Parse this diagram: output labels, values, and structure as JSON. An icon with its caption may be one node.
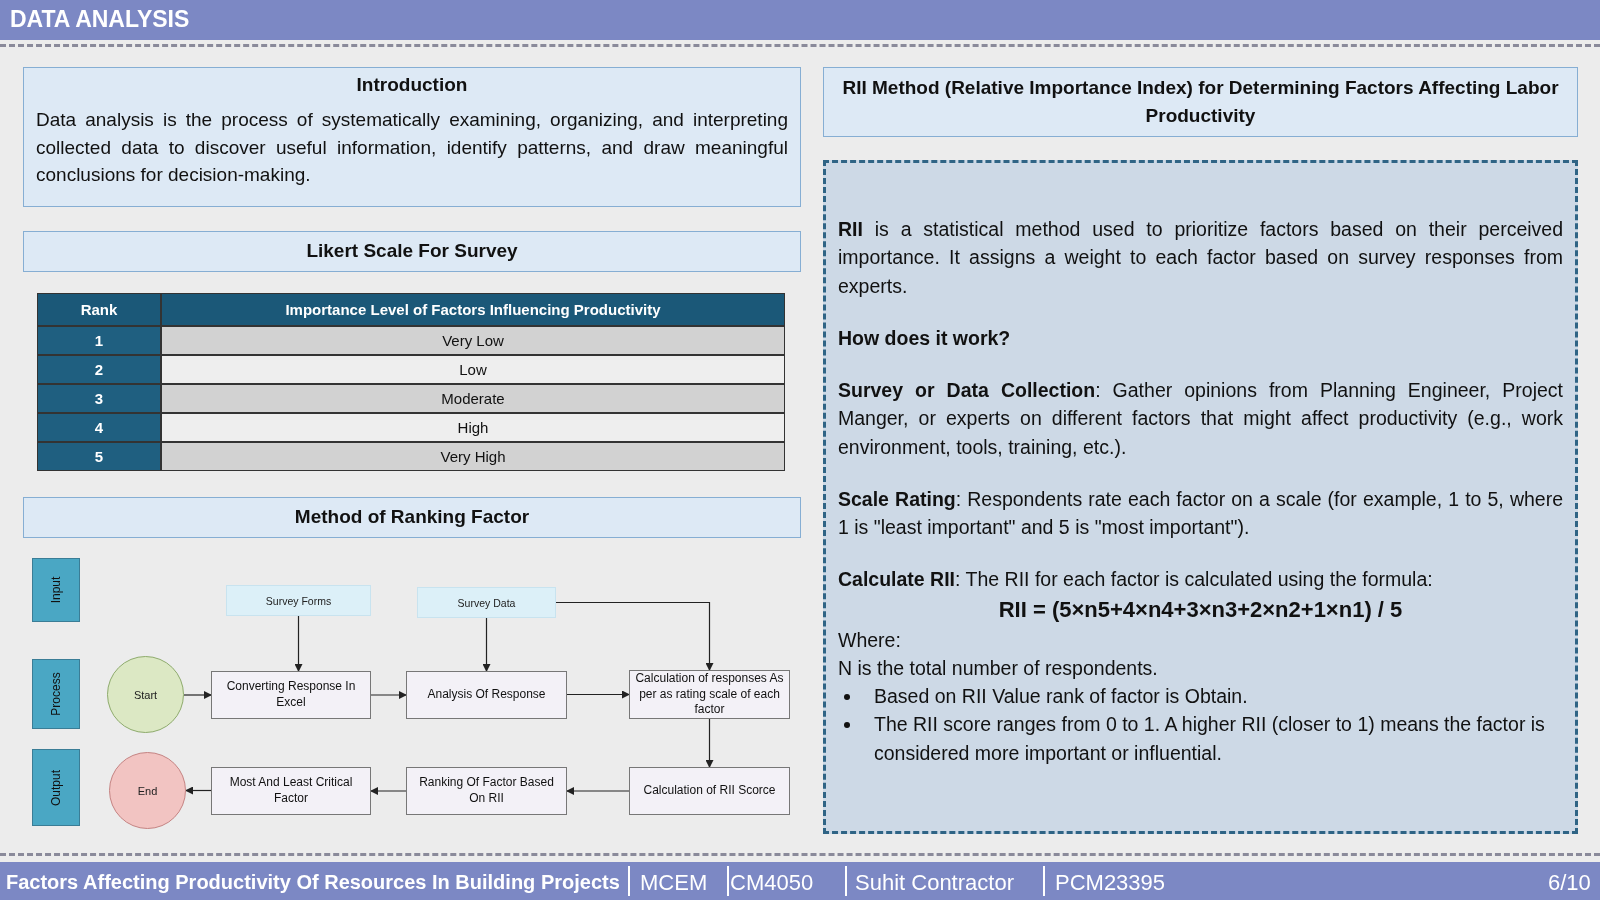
{
  "diagram": {
    "title": "DATA ANALYSIS",
    "nodes": [
      {
        "text": [
          "Introduction",
          "Data analysis is the process of systematically examining, organizing, and interpreting collected data to discover useful information, identify patterns, and draw meaningful conclusions for decision-making."
        ]
      },
      {
        "text": [
          "Likert Scale For Survey"
        ]
      },
      {
        "text": [
          "Method of Ranking Factor"
        ]
      },
      {
        "text": [
          "Input"
        ]
      },
      {
        "text": [
          "Process"
        ]
      },
      {
        "text": [
          "Output"
        ]
      },
      {
        "text": [
          "Survey Forms"
        ]
      },
      {
        "text": [
          "Survey Data"
        ]
      },
      {
        "text": [
          "Start"
        ]
      },
      {
        "text": [
          "Converting Response In Excel"
        ]
      },
      {
        "text": [
          "Analysis Of Response"
        ]
      },
      {
        "text": [
          "Calculation of responses As per as rating scale of each factor"
        ]
      },
      {
        "text": [
          "End"
        ]
      },
      {
        "text": [
          "Most And Least Critical Factor"
        ]
      },
      {
        "text": [
          "Ranking Of Factor Based On RII"
        ]
      },
      {
        "text": [
          "Calculation of RII Scorce"
        ]
      },
      {
        "text": [
          "RII Method (Relative Importance Index) for Determining Factors Affecting Labor Productivity"
        ]
      },
      {
        "text": [
          "**RII** is a statistical method used to prioritize factors based on their perceived importance. It assigns a weight to each factor based on survey responses from experts.",
          "How does it work?",
          "**Survey or Data Collection**: Gather opinions from Planning Engineer, Project Manger, or experts on different factors that might affect productivity (e.g., work environment, tools, training, etc.).",
          "**Scale Rating**: Respondents rate each factor on a scale (for example, 1 to 5, where 1 is \"least important\" and 5 is \"most important\").",
          "**Calculate RII**: The RII for each factor is calculated using the formula:",
          "RII = (5×n5+4×n4+3×n3+2×n2+1×n1) / 5",
          "Where:",
          "N is the total number of respondents.",
          "Based on RII Value rank of factor is Obtain.",
          "The RII score ranges from 0 to 1. A higher RII (closer to 1) means the factor is considered more important or influential."
        ]
      }
    ],
    "edges": [
      {
        "from": 8,
        "to": 9,
        "arrow": "to"
      },
      {
        "from": 6,
        "to": 9,
        "arrow": "to"
      },
      {
        "from": 9,
        "to": 10,
        "arrow": "to"
      },
      {
        "from": 7,
        "to": 10,
        "arrow": "to"
      },
      {
        "from": 10,
        "to": 11,
        "arrow": "to"
      },
      {
        "from": 7,
        "to": 11,
        "arrow": "to"
      },
      {
        "from": 11,
        "to": 15,
        "arrow": "to"
      },
      {
        "from": 15,
        "to": 14,
        "arrow": "to"
      },
      {
        "from": 14,
        "to": 13,
        "arrow": "to"
      },
      {
        "from": 13,
        "to": 12,
        "arrow": "to"
      }
    ],
    "labels": [
      "Rank",
      "Importance Level of Factors Influencing Productivity",
      "1",
      "Very Low",
      "2",
      "Low",
      "3",
      "Moderate",
      "4",
      "High",
      "5",
      "Very High",
      "Factors Affecting Productivity Of Resources In Building Projects",
      "MCEM",
      "CM4050",
      "Suhit Contractor",
      "PCM23395",
      "6/10"
    ]
  }
}
